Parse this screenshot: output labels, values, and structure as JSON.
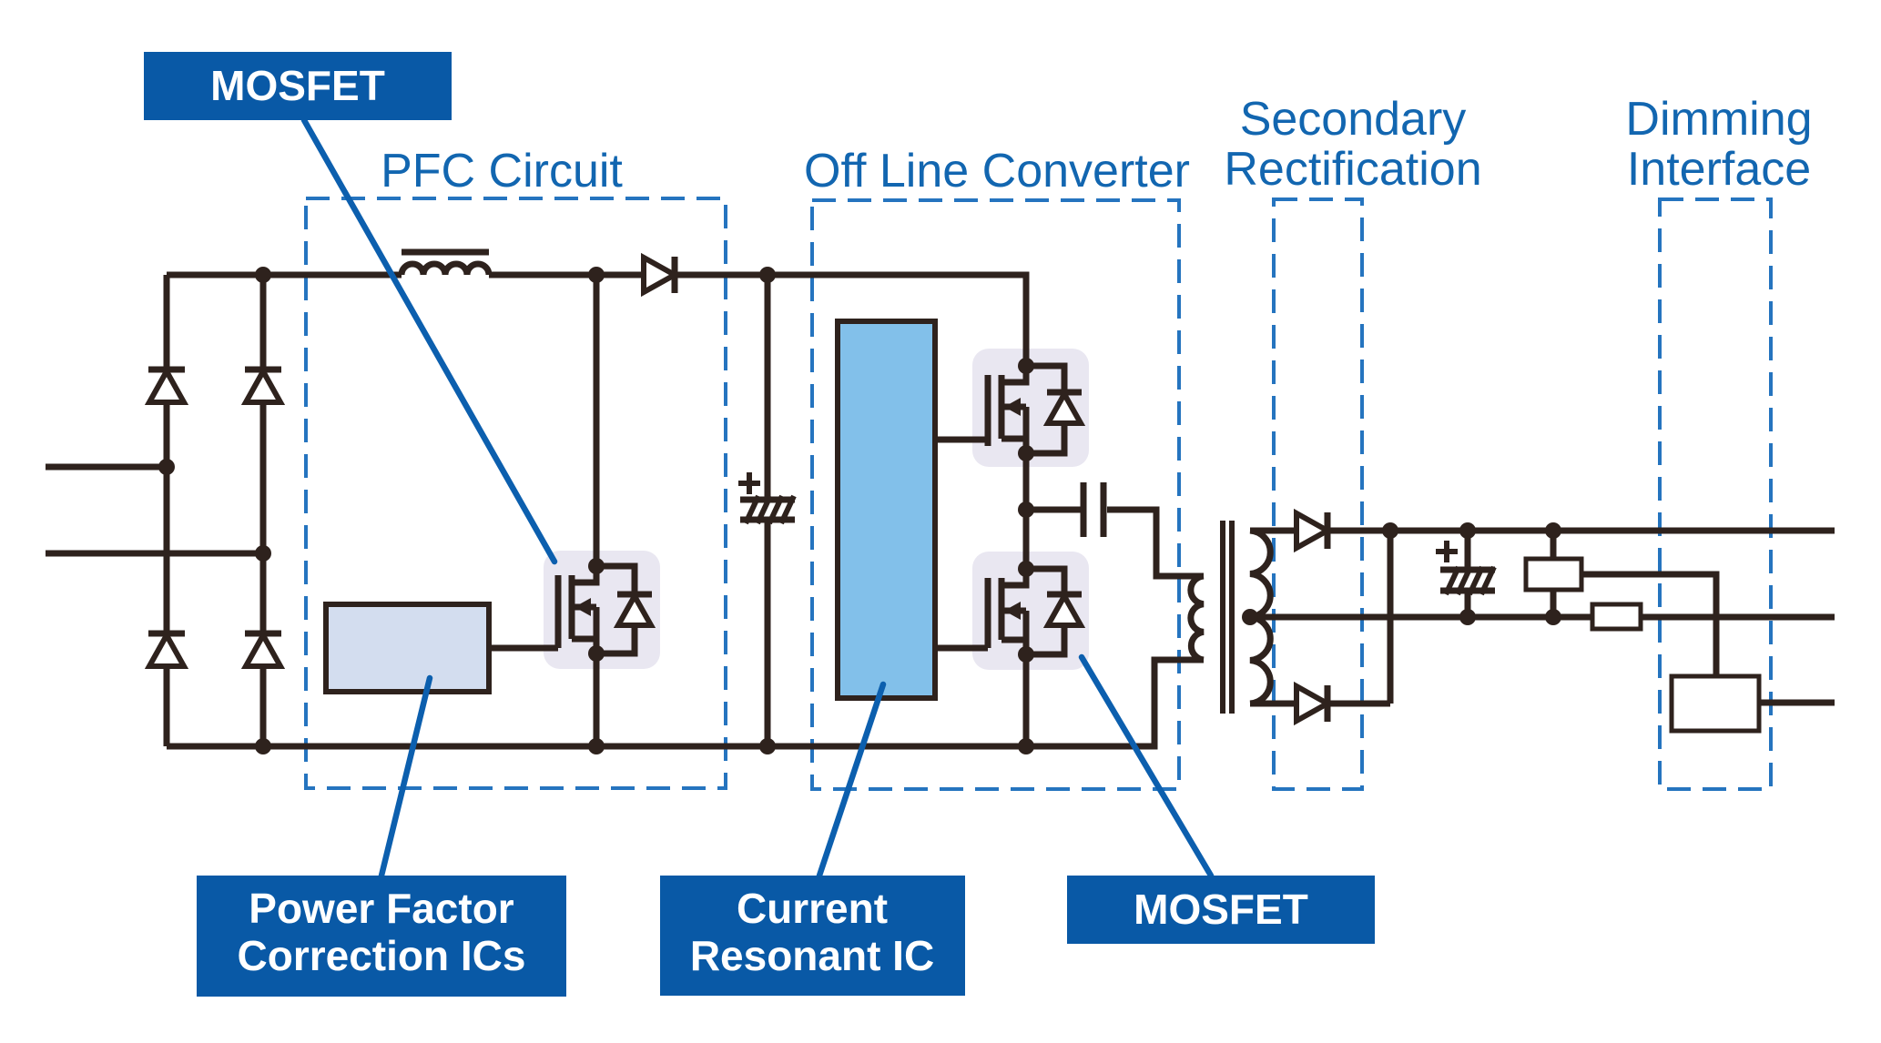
{
  "colors": {
    "wire": "#2e221d",
    "label_bg": "#0959a6",
    "label_text": "#ffffff",
    "title_text": "#1266b0",
    "dashed_border": "#2574bf",
    "callout_line": "#0c5fae",
    "ic_fill_light": "#d3ddef",
    "ic_fill_medium": "#82c0ea",
    "mosfet_bg": "#e9e7f1",
    "component_fill": "#ffffff"
  },
  "regions": {
    "pfc": {
      "title": "PFC Circuit"
    },
    "offline_converter": {
      "title": "Off Line Converter"
    },
    "secondary_rectification": {
      "title_line1": "Secondary",
      "title_line2": "Rectification"
    },
    "dimming_interface": {
      "title_line1": "Dimming",
      "title_line2": "Interface"
    }
  },
  "callouts": {
    "mosfet_top": {
      "label": "MOSFET"
    },
    "power_factor_correction_ics": {
      "label_line1": "Power Factor",
      "label_line2": "Correction ICs"
    },
    "current_resonant_ic": {
      "label_line1": "Current",
      "label_line2": "Resonant IC"
    },
    "mosfet_bottom": {
      "label": "MOSFET"
    }
  }
}
